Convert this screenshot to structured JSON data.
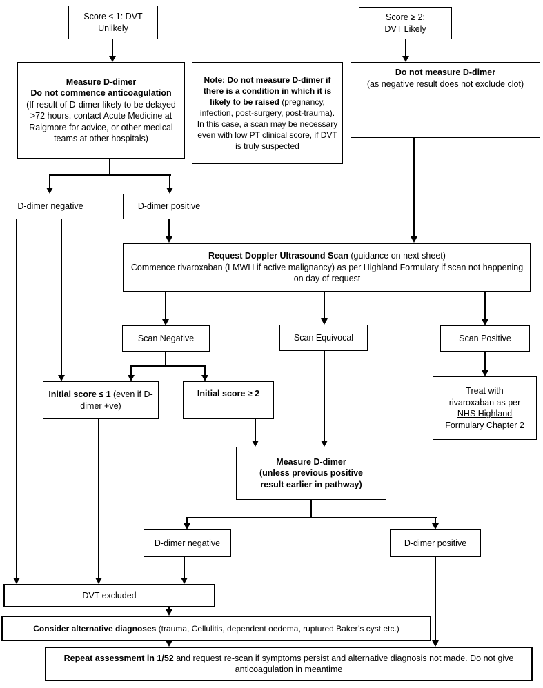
{
  "title": "DVT diagnostic pathway flowchart",
  "colors": {
    "line": "#000000",
    "background": "#ffffff",
    "text": "#000000"
  },
  "nodes": {
    "score_low": {
      "line1": "Score ≤ 1: DVT",
      "line2": "Unlikely"
    },
    "score_high": {
      "line1": "Score ≥ 2:",
      "line2": "DVT Likely"
    },
    "measure1": {
      "bold1": "Measure D-dimer",
      "bold2": "Do not commence anticoagulation",
      "body": "(If result of D-dimer likely to be delayed >72 hours, contact Acute Medicine at Raigmore for advice, or other medical teams at other hospitals)"
    },
    "note": {
      "bold": "Note: Do not measure D-dimer if there is a condition in which it is likely to be raised",
      "body": " (pregnancy, infection, post-surgery, post-trauma). In this case, a scan may be necessary even with low PT clinical score, if DVT is truly suspected"
    },
    "no_measure": {
      "bold": "Do not measure D-dimer",
      "body": "(as negative result does not exclude clot)"
    },
    "ddimer_negative_1": {
      "label": "D-dimer negative"
    },
    "ddimer_positive_1": {
      "label": "D-dimer positive"
    },
    "request": {
      "bold": "Request Doppler Ultrasound Scan",
      "rest": " (guidance on next sheet)",
      "body": "Commence rivaroxaban (LMWH if active malignancy) as per Highland Formulary if scan not happening on day of request"
    },
    "scan_negative": {
      "label": "Scan Negative"
    },
    "scan_equivocal": {
      "label": "Scan Equivocal"
    },
    "scan_positive": {
      "label": "Scan Positive"
    },
    "initial_low": {
      "bold": "Initial score ≤ 1",
      "rest": " (even if D-dimer +ve)"
    },
    "initial_high": {
      "bold": "Initial score ≥ 2"
    },
    "treat": {
      "line1": "Treat with",
      "line2": "rivaroxaban as per",
      "link1": "NHS Highland",
      "link2": "Formulary Chapter 2"
    },
    "measure2": {
      "line1": "Measure D-dimer",
      "line2": "(unless previous positive",
      "line3": "result earlier in pathway)"
    },
    "ddimer_negative_2": {
      "label": "D-dimer negative"
    },
    "ddimer_positive_2": {
      "label": "D-dimer positive"
    },
    "dvt_excluded": {
      "label": "DVT excluded"
    },
    "consider": {
      "bold": "Consider alternative diagnoses",
      "rest": " (trauma, Cellulitis, dependent oedema, ruptured Baker’s cyst etc.)"
    },
    "repeat": {
      "bold": "Repeat assessment in 1/52",
      "rest": " and request re-scan if symptoms persist and alternative diagnosis not made. Do not give anticoagulation in meantime"
    }
  }
}
